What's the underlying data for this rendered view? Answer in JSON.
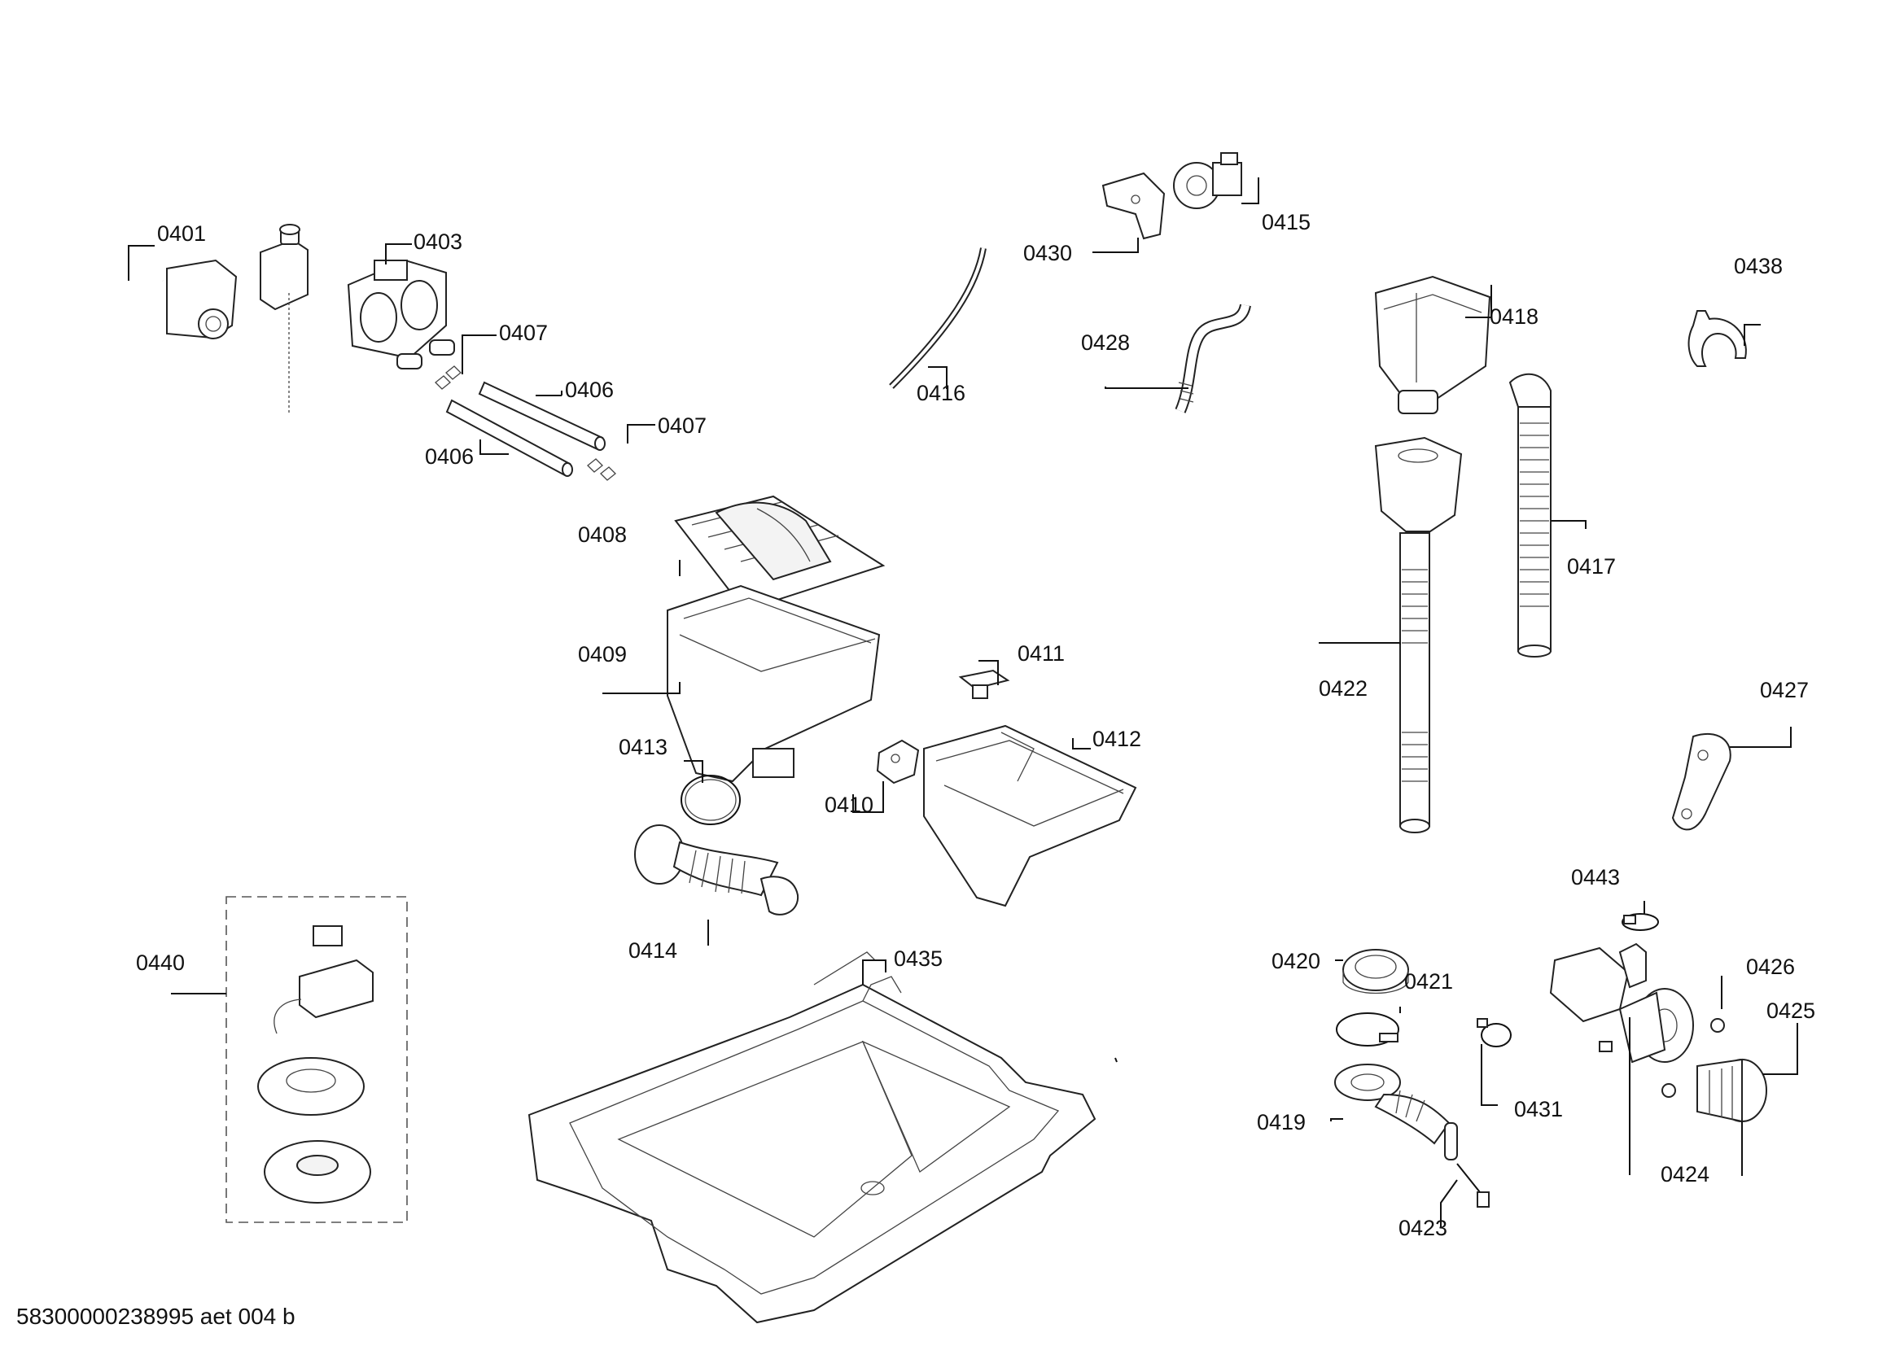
{
  "document": {
    "footer_code": "58300000238995 aet 004 b"
  },
  "parts": [
    {
      "id": "p0401",
      "label": "0401"
    },
    {
      "id": "p0403",
      "label": "0403"
    },
    {
      "id": "p0407a",
      "label": "0407"
    },
    {
      "id": "p0406a",
      "label": "0406"
    },
    {
      "id": "p0406b",
      "label": "0406"
    },
    {
      "id": "p0407b",
      "label": "0407"
    },
    {
      "id": "p0408",
      "label": "0408"
    },
    {
      "id": "p0409",
      "label": "0409"
    },
    {
      "id": "p0410",
      "label": "0410"
    },
    {
      "id": "p0411",
      "label": "0411"
    },
    {
      "id": "p0412",
      "label": "0412"
    },
    {
      "id": "p0413",
      "label": "0413"
    },
    {
      "id": "p0414",
      "label": "0414"
    },
    {
      "id": "p0415",
      "label": "0415"
    },
    {
      "id": "p0416",
      "label": "0416"
    },
    {
      "id": "p0417",
      "label": "0417"
    },
    {
      "id": "p0418",
      "label": "0418"
    },
    {
      "id": "p0419",
      "label": "0419"
    },
    {
      "id": "p0420",
      "label": "0420"
    },
    {
      "id": "p0421",
      "label": "0421"
    },
    {
      "id": "p0422",
      "label": "0422"
    },
    {
      "id": "p0423",
      "label": "0423"
    },
    {
      "id": "p0424",
      "label": "0424"
    },
    {
      "id": "p0425",
      "label": "0425"
    },
    {
      "id": "p0426",
      "label": "0426"
    },
    {
      "id": "p0427",
      "label": "0427"
    },
    {
      "id": "p0428",
      "label": "0428"
    },
    {
      "id": "p0430",
      "label": "0430"
    },
    {
      "id": "p0431",
      "label": "0431"
    },
    {
      "id": "p0435",
      "label": "0435"
    },
    {
      "id": "p0438",
      "label": "0438"
    },
    {
      "id": "p0440",
      "label": "0440"
    },
    {
      "id": "p0443",
      "label": "0443"
    }
  ]
}
